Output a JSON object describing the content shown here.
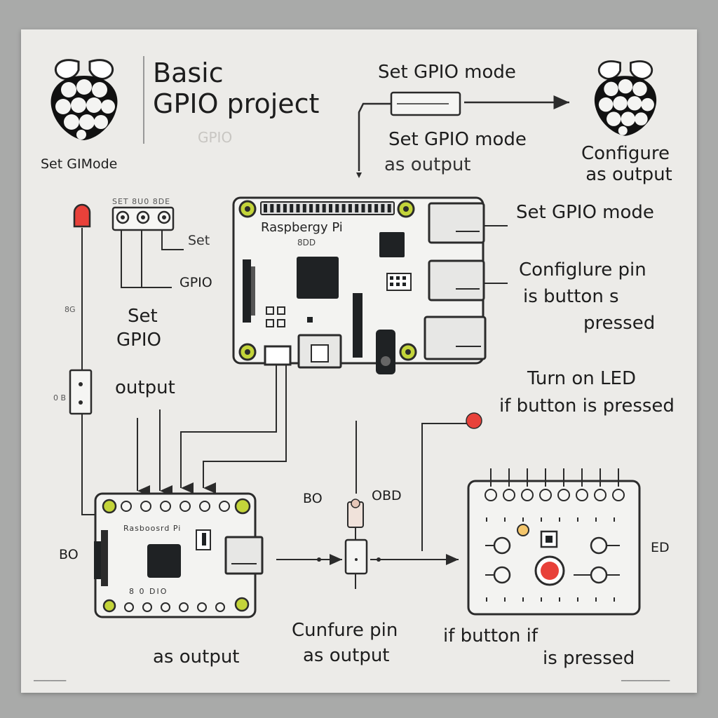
{
  "header": {
    "title_line1": "Basic",
    "title_line2": "GPIO project",
    "title_ghost": "GPIO",
    "logo_caption": "Set GIMode"
  },
  "labels": {
    "top_set_mode": "Set GPIO mode",
    "top_set_mode_2": "Set GPIO mode",
    "top_as_output": "as output",
    "configure_line1": "Configure",
    "configure_line2": "as output",
    "right_set_mode": "Set GPIO mode",
    "right_configure_line1": "Configlure pin",
    "right_configure_line2": "is button s",
    "right_configure_line3": "pressed",
    "turn_on_led": "Turn on LED",
    "if_button_pressed": "if button is pressed",
    "small_set": "Set",
    "small_gpio": "GPIO",
    "left_set": "Set",
    "left_gpio": "GPIO",
    "left_output": "output",
    "pin_header_text": "SET 8U0 8DE",
    "board_label": "Raspbergy Pi",
    "board_sublabel": "8DD",
    "small_board_label": "Rasboosrd Pi",
    "small_board_pins": "8 0 DIO",
    "left_tiny_1": "8G",
    "left_tiny_2": "0 B",
    "bd_left": "BO",
    "bo_mid": "BO",
    "obd_mid": "OBD",
    "ed_right": "ED",
    "bottom_left": "as output",
    "bottom_mid_line1": "Cunfure pin",
    "bottom_mid_line2": "as output",
    "bottom_right_line1": "if button if",
    "bottom_right_line2": "is pressed",
    "footer_left": "▁▁▁▁▁▁",
    "footer_right": "▁▁▁▁▁▁▁▁▁"
  },
  "colors": {
    "led_red": "#e8413a",
    "board_chip": "#1f2224",
    "mount_hole": "#c3d43a",
    "line": "#2b2b2b"
  }
}
